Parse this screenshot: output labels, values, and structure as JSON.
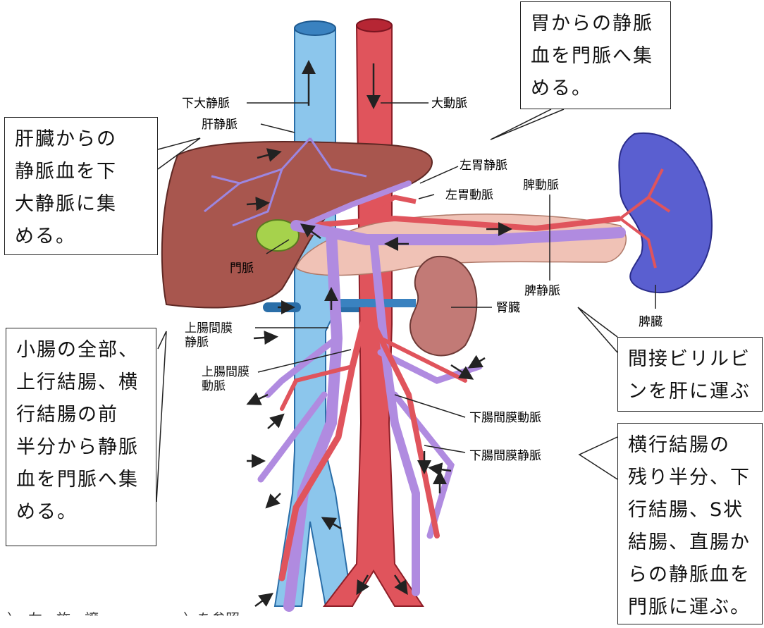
{
  "labels": {
    "ivc": "下大静脈",
    "aorta": "大動脈",
    "hepatic_vein": "肝静脈",
    "left_gastric_vein": "左胃静脈",
    "left_gastric_artery": "左胃動脈",
    "splenic_artery": "脾動脈",
    "portal_vein": "門脈",
    "splenic_vein": "脾静脈",
    "kidney": "腎臓",
    "spleen": "脾臓",
    "sm_vein": "上腸間膜\n静脈",
    "sm_artery": "上腸間膜\n動脈",
    "im_artery": "下腸間膜動脈",
    "im_vein": "下腸間膜静脈"
  },
  "callouts": {
    "liver": "肝臓からの\n静脈血を下\n大静脈に集\nめる。",
    "stomach": "胃からの静脈\n血を門脈へ集\nめる。",
    "small_intestine": "小腸の全部、\n上行結腸、横\n行結腸の前\n半分から静脈\n血を門脈へ集\nめる。",
    "bilirubin": "間接ビリルビ\nンを肝に運ぶ",
    "colon": "横行結腸の\n残り半分、下\n行結腸、S状\n結腸、直腸か\nらの静脈血を\n門脈に運ぶ。"
  },
  "footer_partial": "）　左　施　譲　　　　　　）を参照",
  "colors": {
    "vein_blue": "#8cc6ec",
    "artery_red": "#e0545c",
    "portal_purple": "#b08be0",
    "liver": "#a8564e",
    "spleen": "#5a5fd0",
    "kidney": "#c27a76",
    "pancreas": "#f0c2b6",
    "gallbladder": "#a6d24c"
  }
}
